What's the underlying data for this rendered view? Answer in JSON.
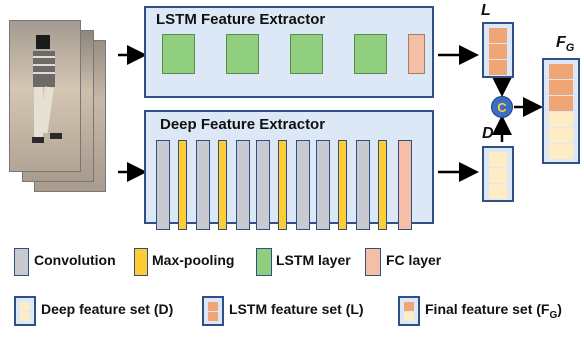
{
  "lstm_box": {
    "title": "LSTM Feature Extractor"
  },
  "deep_box": {
    "title": "Deep Feature Extractor"
  },
  "sets": {
    "L": "L",
    "D": "D",
    "FG": "F",
    "FG_sub": "G"
  },
  "concat_symbol": "C",
  "legend": {
    "convolution": "Convolution",
    "max_pooling": "Max-pooling",
    "lstm_layer": "LSTM layer",
    "fc_layer": "FC layer",
    "deep_feature_set": "Deep feature set (D)",
    "lstm_feature_set": "LSTM feature set (L)",
    "final_feature_set": "Final feature set (F",
    "final_feature_set_sub": "G",
    "final_feature_set_close": ")"
  },
  "colors": {
    "frame": "#2f4f86",
    "box_fill": "#dde8f6",
    "lstm": "#8fcf7e",
    "fc": "#f4bfa5",
    "conv": "#c9cacf",
    "pool": "#ffcc33",
    "cell_orange": "#f0a574",
    "cell_yellow": "#fdecc4",
    "concat": "#3a6fc4"
  }
}
